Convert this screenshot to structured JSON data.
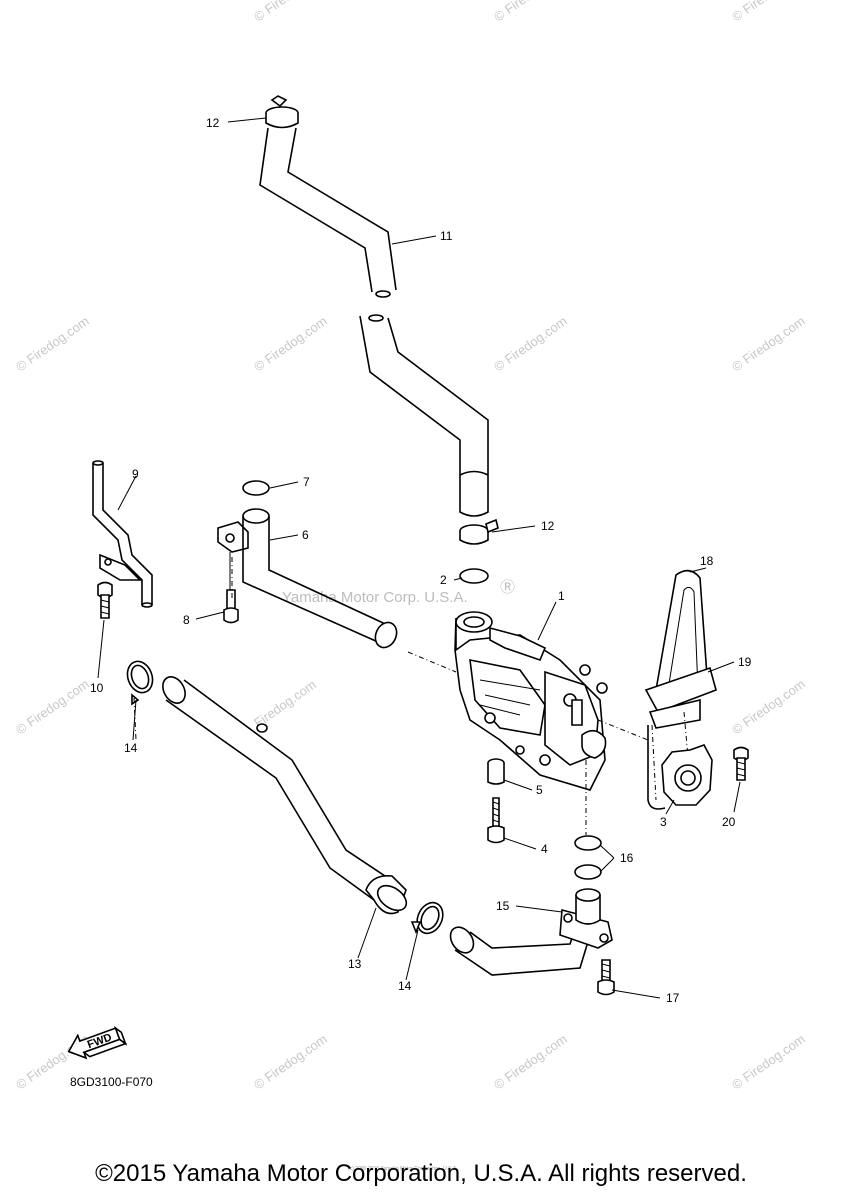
{
  "callouts": {
    "c1": "1",
    "c2": "2",
    "c3": "3",
    "c4": "4",
    "c5": "5",
    "c6": "6",
    "c7": "7",
    "c8": "8",
    "c9": "9",
    "c10": "10",
    "c11": "11",
    "c12a": "12",
    "c12b": "12",
    "c13": "13",
    "c14a": "14",
    "c14b": "14",
    "c15": "15",
    "c16": "16",
    "c17": "17",
    "c18": "18",
    "c19": "19",
    "c20": "20"
  },
  "figure_code": "8GD3100-F070",
  "fwd_label": "FWD",
  "watermarks": {
    "site": "© Firedog.com",
    "site_plain": "Firedog.com",
    "maker": "Yamaha Motor Corp. U.S.A.",
    "maker_mark": "Ⓡ",
    "tiny_copyright": "(c) 2000-2015 Yamaha Motor Corporation, U.S.A."
  },
  "copyright": "©2015 Yamaha Motor Corporation, U.S.A. All rights reserved."
}
